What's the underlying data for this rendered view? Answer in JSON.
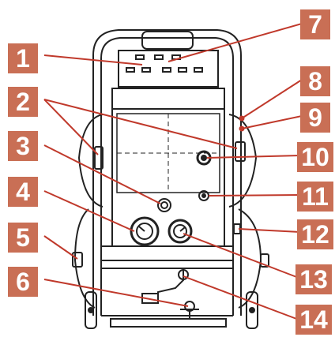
{
  "diagram": {
    "callouts": [
      {
        "id": "1",
        "label": "1"
      },
      {
        "id": "2",
        "label": "2"
      },
      {
        "id": "3",
        "label": "3"
      },
      {
        "id": "4",
        "label": "4"
      },
      {
        "id": "5",
        "label": "5"
      },
      {
        "id": "6",
        "label": "6"
      },
      {
        "id": "7",
        "label": "7"
      },
      {
        "id": "8",
        "label": "8"
      },
      {
        "id": "9",
        "label": "9"
      },
      {
        "id": "10",
        "label": "10"
      },
      {
        "id": "11",
        "label": "11"
      },
      {
        "id": "12",
        "label": "12"
      },
      {
        "id": "13",
        "label": "13"
      },
      {
        "id": "14",
        "label": "14"
      }
    ],
    "colors": {
      "badge": "#c96f55",
      "leader": "#c0392b",
      "line_art": "#222222"
    }
  }
}
